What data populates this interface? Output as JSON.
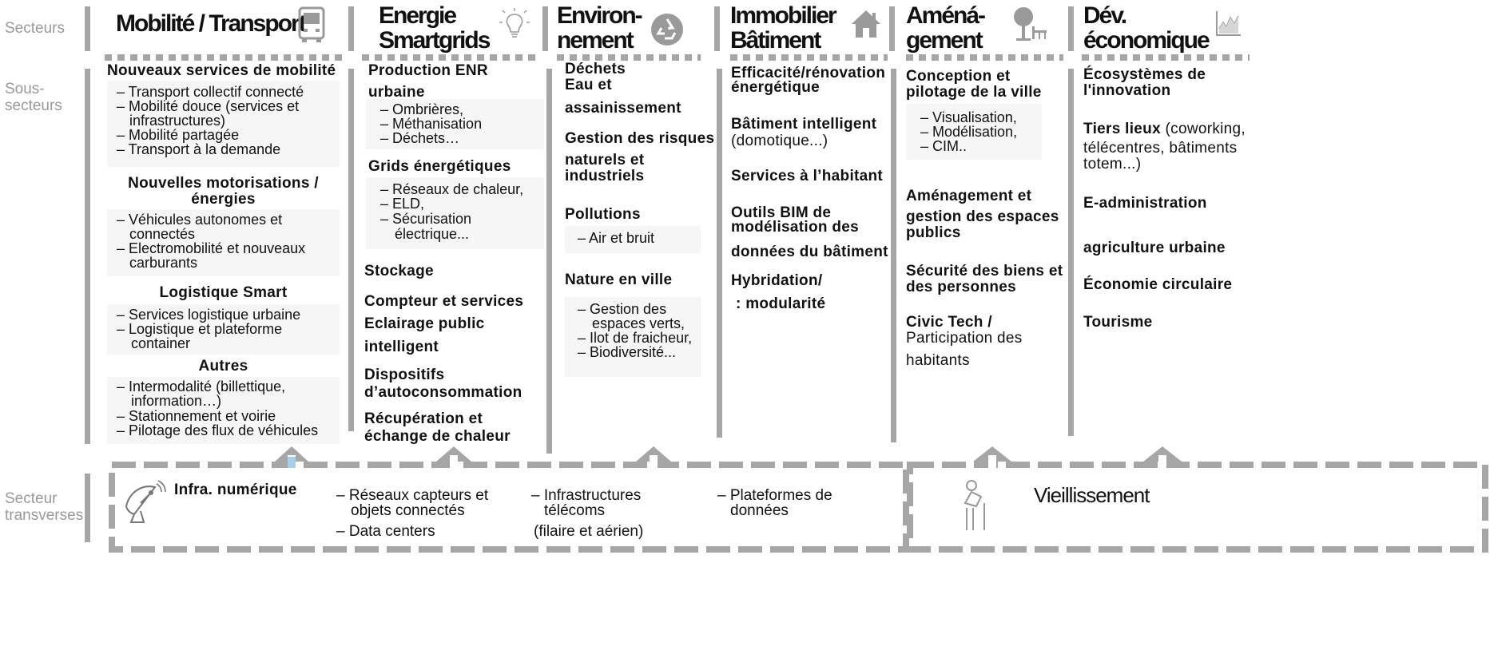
{
  "row_labels": {
    "sectors": "Secteurs",
    "subsectors_1": "Sous-",
    "subsectors_2": "secteurs",
    "transverse_1": "Secteur",
    "transverse_2": "transverses"
  },
  "headers": {
    "mobility": "Mobilité / Transport",
    "energy_1": "Energie",
    "energy_2": "Smartgrids",
    "env_1": "Environ-",
    "env_2": "nement",
    "building_1": "Immobilier",
    "building_2": "Bâtiment",
    "planning_1": "Améná-",
    "planning_2": "gement",
    "eco_1": "Dév.",
    "eco_2": "économique"
  },
  "mobility": {
    "new_services": "Nouveaux services de mobilité",
    "new_services_items": [
      "– Transport collectif connecté",
      "– Mobilité douce (services et",
      "infrastructures)",
      "– Mobilité partagée",
      "– Transport à la demande"
    ],
    "new_engines_1": "Nouvelles motorisations /",
    "new_engines_2": "énergies",
    "new_engines_items": [
      "– Véhicules autonomes et",
      "connectés",
      "– Electromobilité et nouveaux",
      "carburants"
    ],
    "logistics": "Logistique Smart",
    "logistics_items": [
      "– Services logistique urbaine",
      "– Logistique et plateforme",
      "container"
    ],
    "others": "Autres",
    "others_items": [
      "– Intermodalité (billettique,",
      "information…)",
      "– Stationnement et voirie",
      "– Pilotage des flux de véhicules"
    ]
  },
  "energy": {
    "enr_1": "Production ENR",
    "enr_2": "urbaine",
    "enr_items": [
      "– Ombrières,",
      "– Méthanisation",
      "– Déchets…"
    ],
    "grids": "Grids énergétiques",
    "grids_items": [
      "– Réseaux de chaleur,",
      "– ELD,",
      "– Sécurisation",
      "électrique..."
    ],
    "storage": "Stockage",
    "meter": "Compteur et services",
    "lighting_1": "Eclairage public",
    "lighting_2": "intelligent",
    "self_1": "Dispositifs",
    "self_2": "d’autoconsommation",
    "heat_1": "Récupération et",
    "heat_2": "échange de chaleur"
  },
  "environment": {
    "waste": "Déchets",
    "water_1": "Eau et",
    "water_2": "assainissement",
    "risks_1": "Gestion des risques",
    "risks_2": "naturels et",
    "risks_3": "industriels",
    "pollution": "Pollutions",
    "pollution_items": [
      "– Air et bruit"
    ],
    "nature": "Nature en ville",
    "nature_items": [
      "– Gestion des",
      "espaces verts,",
      "– Ilot de fraicheur,",
      "– Biodiversité..."
    ]
  },
  "building": {
    "efficiency_1": "Efficacité/rénovation",
    "efficiency_2": "énergétique",
    "smart_1": "Bâtiment intelligent",
    "smart_2": "(domotique...)",
    "services": "Services à l’habitant",
    "bim_1": "Outils BIM de",
    "bim_2": "modélisation des",
    "bim_3": "données du bâtiment",
    "hybrid_1": "Hybridation/",
    "hybrid_2": ": modularité"
  },
  "planning": {
    "design_1": "Conception et",
    "design_2": "pilotage de la ville",
    "design_items": [
      "– Visualisation,",
      "– Modélisation,",
      "– CIM.."
    ],
    "public_1": "Aménagement et",
    "public_2": "gestion des espaces",
    "public_3": "publics",
    "security_1": "Sécurité des biens et",
    "security_2": "des personnes",
    "civic_1": "Civic Tech /",
    "civic_2": "Participation des",
    "civic_3": "habitants"
  },
  "economy": {
    "eco_1": "Écosystèmes de",
    "eco_2": "l'innovation",
    "third_bold": "Tiers lieux",
    "third_rest": " (coworking,",
    "third_2": "télécentres, bâtiments",
    "third_3": "totem...)",
    "eadmin": "E-administration",
    "agri": "agriculture urbaine",
    "circular": "Économie circulaire",
    "tourism": "Tourisme"
  },
  "transverse": {
    "infra_title": "Infra. numérique",
    "sensors_1": "– Réseaux capteurs et",
    "sensors_2": "objets connectés",
    "datacenters": "– Data centers",
    "telecom_1": "– Infrastructures",
    "telecom_2": "télécoms",
    "telecom_3": "(filaire et aérien)",
    "platforms_1": "– Plateformes de",
    "platforms_2": "données",
    "aging": "Vieillissement"
  }
}
